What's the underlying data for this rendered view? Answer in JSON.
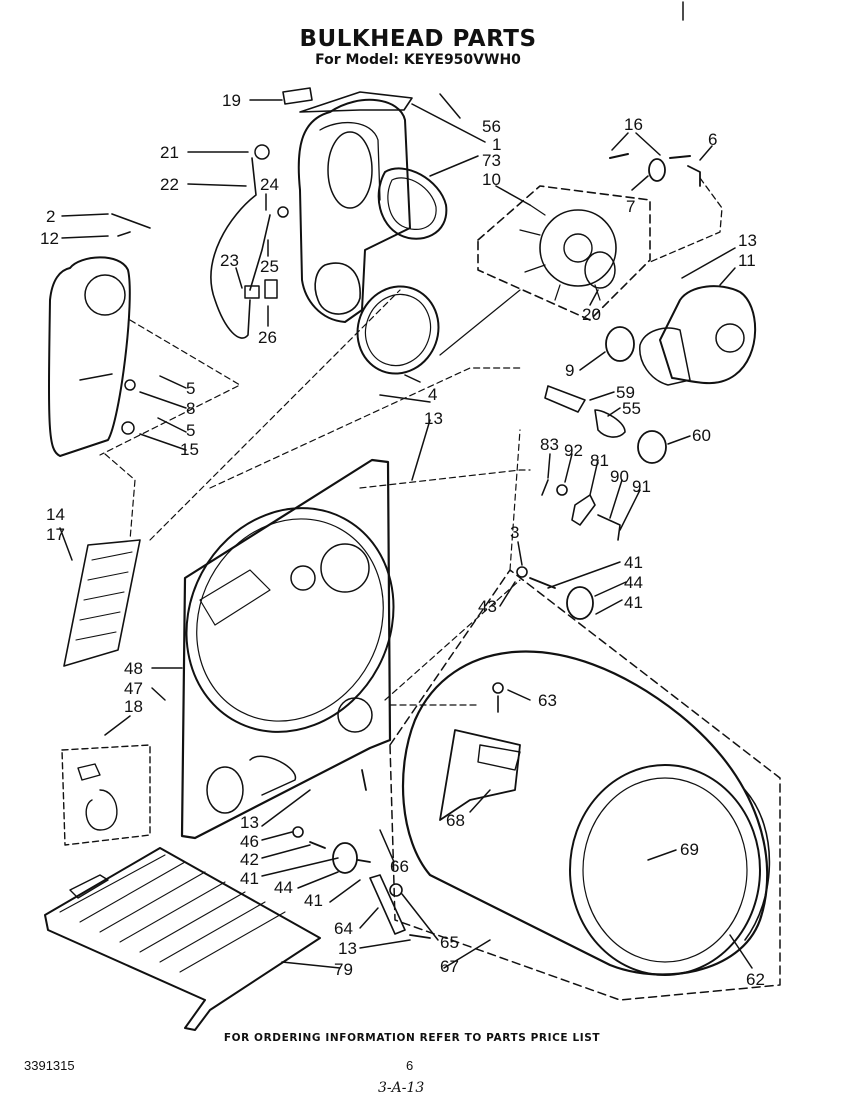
{
  "header": {
    "title": "BULKHEAD PARTS",
    "subtitle": "For Model: KEYE950VWH0"
  },
  "footer": {
    "note": "FOR ORDERING INFORMATION REFER TO PARTS PRICE LIST",
    "doc_number": "3391315",
    "page": "6",
    "handwritten": "3-A-13"
  },
  "callouts": {
    "p19": "19",
    "p56": "56",
    "p1": "1",
    "p73": "73",
    "p10": "10",
    "p16": "16",
    "p6": "6",
    "p7": "7",
    "p21": "21",
    "p22": "22",
    "p24": "24",
    "p23": "23",
    "p25": "25",
    "p26": "26",
    "p2": "2",
    "p12": "12",
    "p13a": "13",
    "p11": "11",
    "p20": "20",
    "p9": "9",
    "p4": "4",
    "p13b": "13",
    "p5a": "5",
    "p8": "8",
    "p5b": "5",
    "p15": "15",
    "p59": "59",
    "p55": "55",
    "p60": "60",
    "p83": "83",
    "p92": "92",
    "p81": "81",
    "p90": "90",
    "p91": "91",
    "p14": "14",
    "p17": "17",
    "p3": "3",
    "p41a": "41",
    "p44a": "44",
    "p41b": "41",
    "p43": "43",
    "p48": "48",
    "p47": "47",
    "p18": "18",
    "p63": "63",
    "p68": "68",
    "p69": "69",
    "p13c": "13",
    "p46": "46",
    "p42": "42",
    "p41c": "41",
    "p44b": "44",
    "p41d": "41",
    "p66": "66",
    "p64": "64",
    "p13d": "13",
    "p65": "65",
    "p67": "67",
    "p79": "79",
    "p62": "62"
  }
}
